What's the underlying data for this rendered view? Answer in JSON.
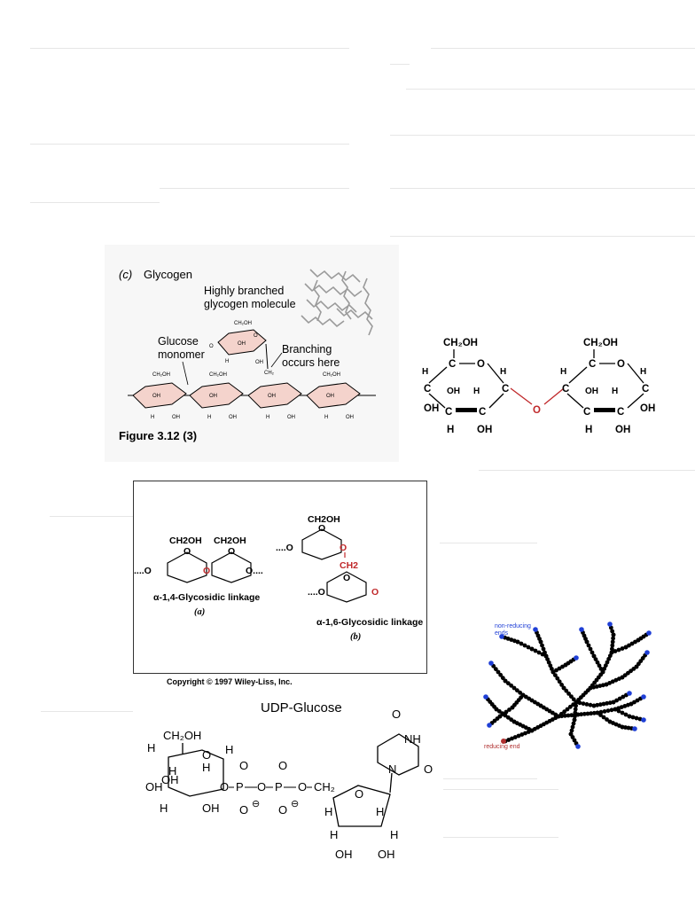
{
  "glycogen_figure": {
    "panel_label": "(c)",
    "title": "Glycogen",
    "molecule_label_line1": "Highly branched",
    "molecule_label_line2": "glycogen molecule",
    "monomer_label_line1": "Glucose",
    "monomer_label_line2": "monomer",
    "branch_label_line1": "Branching",
    "branch_label_line2": "occurs here",
    "figure_caption": "Figure 3.12 (3)",
    "ring_group": "CH₂OH",
    "ch2": "CH₂",
    "atom_o": "O",
    "atom_h": "H",
    "atom_oh": "OH"
  },
  "disaccharide": {
    "left_ch2oh": "CH₂OH",
    "right_ch2oh": "CH₂OH",
    "ring_o": "O",
    "bridge_o": "O",
    "c_label": "C",
    "h_label": "H",
    "oh_label": "OH"
  },
  "linkage_figure": {
    "a_ch2oh_1": "CH2OH",
    "a_ch2oh_2": "CH2OH",
    "b_ch2oh": "CH2OH",
    "b_ch2": "CH2",
    "ring_o": "O",
    "left_dots": "....O",
    "right_dots": "O....",
    "alpha14": "α-1,4-Glycosidic linkage",
    "alpha16": "α-1,6-Glycosidic linkage",
    "label_a": "(a)",
    "label_b": "(b)",
    "copyright": "Copyright © 1997 Wiley-Liss, Inc."
  },
  "udp_glucose": {
    "title": "UDP-Glucose",
    "ch2oh": "CH₂OH",
    "ch2": "CH₂",
    "h": "H",
    "oh": "OH",
    "o": "O",
    "p": "P",
    "nh": "NH",
    "n": "N",
    "minus": "⊖"
  },
  "branch_tree": {
    "non_reducing_line1": "non-reducing",
    "non_reducing_line2": "ends",
    "reducing_end": "reducing end",
    "colors": {
      "chain": "#000000",
      "non_reducing_dot": "#1f3fd6",
      "reducing_dot": "#b03030",
      "label_blue": "#1f3fd6",
      "label_red": "#b03030"
    }
  },
  "colors": {
    "glycosidic_red": "#c0282a",
    "ring_fill": "#f4d3cc",
    "panel_bg": "#f7f7f7",
    "rule": "#e6e6e6"
  }
}
